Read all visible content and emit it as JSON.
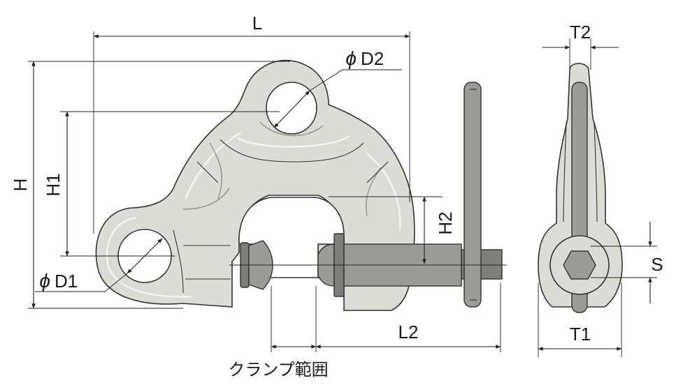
{
  "labels": {
    "L": "L",
    "D2": "D2",
    "H": "H",
    "H1": "H1",
    "D1": "D1",
    "H2": "H2",
    "L2": "L2",
    "T2": "T2",
    "T1": "T1",
    "S": "S",
    "phi": "ϕ",
    "clamp_range": "クランプ範囲"
  },
  "colors": {
    "body": "#dcdcd6",
    "steel": "#9b9b98",
    "outline": "#333333"
  }
}
